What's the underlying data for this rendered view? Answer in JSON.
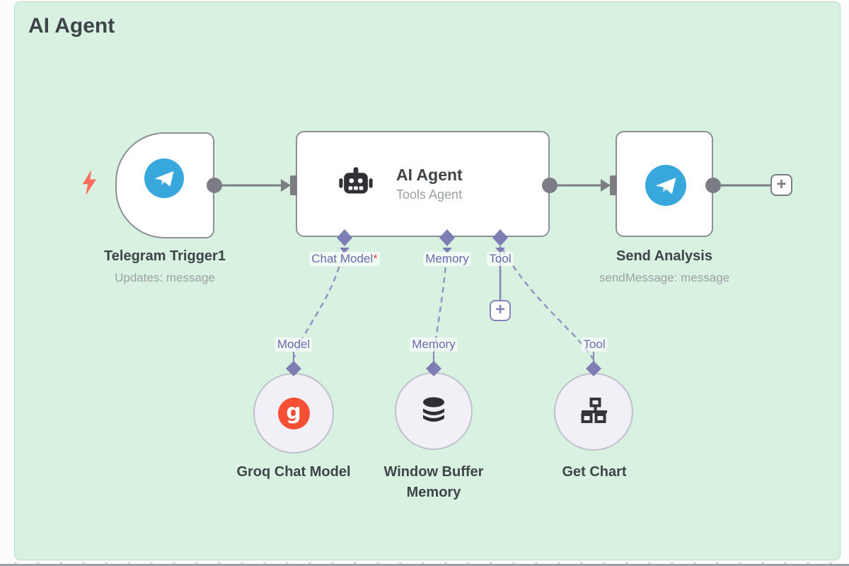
{
  "sticky": {
    "title": "AI Agent"
  },
  "trigger": {
    "name": "Telegram Trigger1",
    "subtitle": "Updates: message"
  },
  "agent": {
    "name": "AI Agent",
    "subtitle": "Tools Agent",
    "ports": {
      "chat_model": {
        "label": "Chat Model",
        "required": "*"
      },
      "memory": {
        "label": "Memory"
      },
      "tool": {
        "label": "Tool"
      }
    }
  },
  "send": {
    "name": "Send Analysis",
    "subtitle": "sendMessage: message"
  },
  "subnodes": {
    "model": {
      "port_label": "Model",
      "name": "Groq Chat Model",
      "badge": "g"
    },
    "memory": {
      "port_label": "Memory",
      "name": "Window Buffer Memory"
    },
    "tool": {
      "port_label": "Tool",
      "name": "Get Chart"
    }
  },
  "buttons": {
    "add_next": "+",
    "add_tool": "+"
  },
  "icons": {
    "trigger_bolt": "lightning-bolt-icon",
    "telegram": "telegram-plane-icon",
    "robot": "robot-icon",
    "database": "database-icon",
    "sitemap": "sitemap-icon"
  },
  "colors": {
    "sticky_bg": "#d8f1e1",
    "sticky_border": "#b0e2c7",
    "connector_gray": "#7c7c85",
    "port_purple": "#7e7eb5",
    "dash_purple": "#9494c4",
    "label_purple": "#6a6aab",
    "required_red": "#e54848",
    "bolt_red": "#ff6e5f",
    "telegram_blue": "#38a8dc",
    "groq_red": "#f54f35",
    "icon_dark": "#303036"
  }
}
